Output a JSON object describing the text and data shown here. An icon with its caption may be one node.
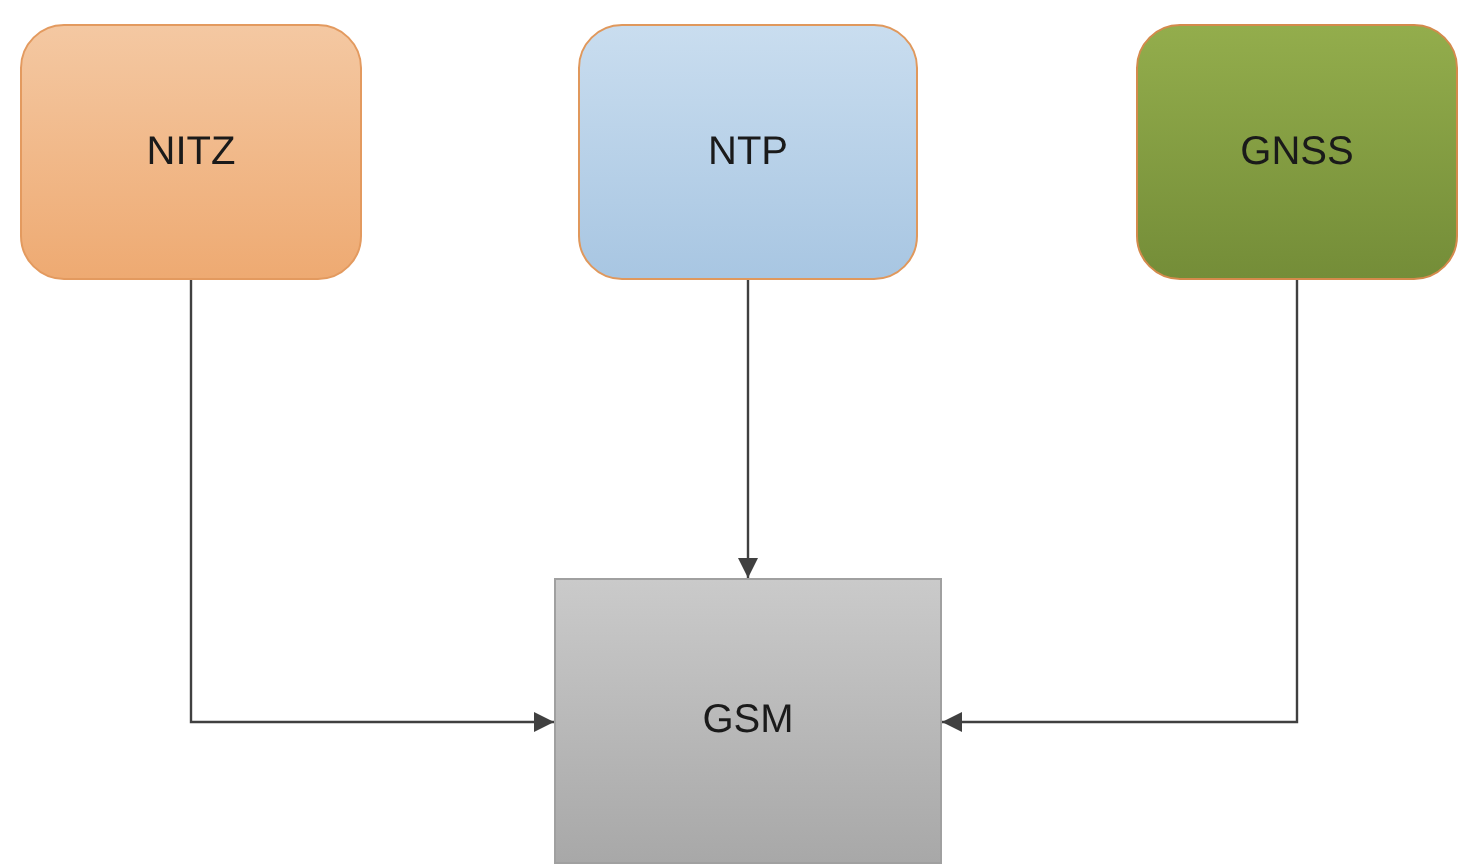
{
  "diagram": {
    "nodes": [
      {
        "text": [
          "NITZ"
        ]
      },
      {
        "text": [
          "NTP"
        ]
      },
      {
        "text": [
          "GNSS"
        ]
      },
      {
        "text": [
          "GSM"
        ]
      }
    ],
    "edges": [
      {
        "from": 0,
        "to": 3,
        "arrow": "to"
      },
      {
        "from": 1,
        "to": 3,
        "arrow": "to"
      },
      {
        "from": 2,
        "to": 3,
        "arrow": "to"
      }
    ]
  }
}
